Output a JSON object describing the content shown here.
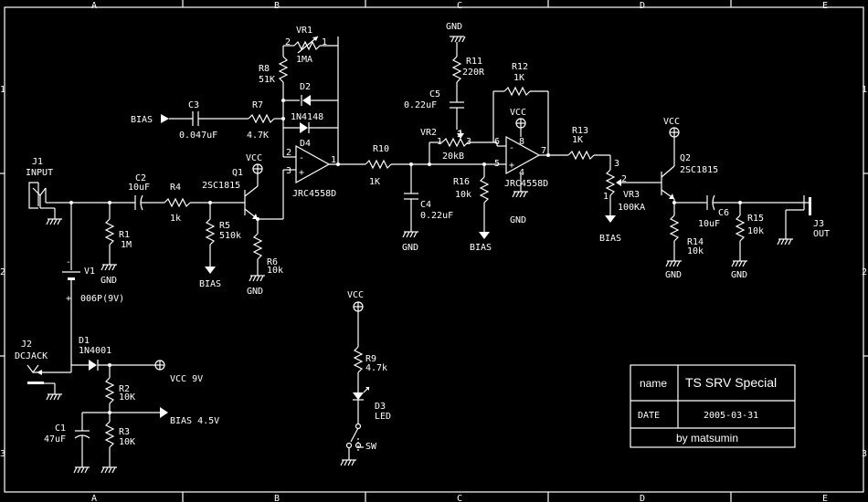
{
  "border": {
    "cols": [
      "A",
      "B",
      "C",
      "D",
      "E"
    ],
    "rows": [
      "1",
      "2",
      "3"
    ]
  },
  "components": {
    "j1": {
      "ref": "J1",
      "label": "INPUT"
    },
    "j2": {
      "ref": "J2",
      "label": "DCJACK"
    },
    "j3": {
      "ref": "J3",
      "label": "OUT"
    },
    "v1": {
      "ref": "V1",
      "value": "006P(9V)"
    },
    "d1": {
      "ref": "D1",
      "value": "1N4001"
    },
    "c1": {
      "ref": "C1",
      "value": "47uF"
    },
    "r2": {
      "ref": "R2",
      "value": "10K"
    },
    "r3": {
      "ref": "R3",
      "value": "10K"
    },
    "c2": {
      "ref": "C2",
      "value": "10uF"
    },
    "r4": {
      "ref": "R4",
      "value": "1k"
    },
    "r1": {
      "ref": "R1",
      "value": "1M"
    },
    "q1": {
      "ref": "Q1",
      "value": "2SC1815"
    },
    "r5": {
      "ref": "R5",
      "value": "510k"
    },
    "r6": {
      "ref": "R6",
      "value": "10k"
    },
    "c3": {
      "ref": "C3",
      "value": "0.047uF"
    },
    "r7": {
      "ref": "R7",
      "value": "4.7K"
    },
    "vr1": {
      "ref": "VR1",
      "value": "1MA"
    },
    "r8": {
      "ref": "R8",
      "value": "51K"
    },
    "d2": {
      "ref": "D2",
      "value": "1N4148"
    },
    "d4": {
      "ref": "D4"
    },
    "ic1": {
      "value": "JRC4558D"
    },
    "r10": {
      "ref": "R10",
      "value": "1K"
    },
    "c4": {
      "ref": "C4",
      "value": "0.22uF"
    },
    "vr2": {
      "ref": "VR2",
      "value": "20kB"
    },
    "r11": {
      "ref": "R11",
      "value": "220R"
    },
    "c5": {
      "ref": "C5",
      "value": "0.22uF"
    },
    "r12": {
      "ref": "R12",
      "value": "1K"
    },
    "r16": {
      "ref": "R16",
      "value": "10k"
    },
    "ic2": {
      "value": "JRC4558D"
    },
    "r13": {
      "ref": "R13",
      "value": "1K"
    },
    "vr3": {
      "ref": "VR3",
      "value": "100KA"
    },
    "q2": {
      "ref": "Q2",
      "value": "2SC1815"
    },
    "c6": {
      "ref": "C6",
      "value": "10uF"
    },
    "r15": {
      "ref": "R15",
      "value": "10k"
    },
    "r14": {
      "ref": "R14",
      "value": "10k"
    },
    "r9": {
      "ref": "R9",
      "value": "4.7k"
    },
    "d3": {
      "ref": "D3",
      "value": "LED"
    },
    "sw": {
      "label": "SW"
    }
  },
  "nets": {
    "gnd": "GND",
    "vcc": "VCC",
    "bias": "BIAS",
    "vcc9": "VCC 9V",
    "bias45": "BIAS 4.5V"
  },
  "pins": {
    "one": "1",
    "two": "2",
    "three": "3",
    "four": "4",
    "five": "5",
    "six": "6",
    "seven": "7",
    "eight": "8",
    "minus": "-",
    "plus": "+"
  },
  "title_block": {
    "name_label": "name",
    "name_value": "TS SRV Special",
    "date_label": "DATE",
    "date_value": "2005-03-31",
    "author": "by matsumin"
  }
}
